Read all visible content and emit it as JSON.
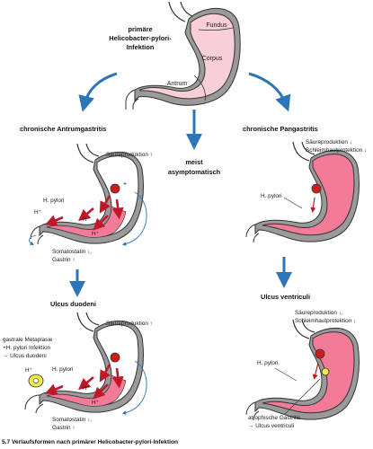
{
  "colors": {
    "stomach_light": "#f8cfd6",
    "stomach_pink": "#f27c97",
    "outline": "#333333",
    "arrow_blue": "#2b75b8",
    "arrow_red": "#c0182a",
    "pathogen_red": "#d11a1a",
    "metaplasia_yellow": "#f4e94a",
    "gray_wall": "#9a9a9a"
  },
  "top": {
    "title_lines": [
      "primäre",
      "Helicobacter-pylori-",
      "Infektion"
    ],
    "fundus": "Fundus",
    "corpus": "Corpus",
    "antrum": "Antrum"
  },
  "middle": {
    "label_lines": [
      "meist",
      "asymptomatisch"
    ]
  },
  "left": {
    "title": "chronische Antrumgastritis",
    "saeure": "Säureproduktion ↑",
    "hpylori": "H. pylori",
    "hplus": "H⁺",
    "plus": "+",
    "somatostatin": "Somatostatin ↓,",
    "gastrin": "Gastrin ↑"
  },
  "left_bottom": {
    "title": "Ulcus duodeni",
    "saeure": "Säureproduktion ↑",
    "metaplasie_lines": [
      "gastrale Metaplasie",
      "+H. pylori Infektion",
      "→ Ulcus duodeni"
    ],
    "hpylori": "H. pylori",
    "hplus": "H⁺",
    "somatostatin": "Somatostatin ↓,",
    "gastrin": "Gastrin ↑"
  },
  "right": {
    "title": "chronische Pangastritis",
    "saeure": "Säureproduktion ↓",
    "schleimhaut": "Schleimhautprotektion ↓",
    "hpylori": "H. pylori"
  },
  "right_bottom": {
    "title": "Ulcus ventriculi",
    "saeure": "Säureproduktion ↓,",
    "schleimhaut": "Schleimhautprotektion ↓",
    "hpylori": "H. pylori",
    "atrophie_lines": [
      "atrophische Gastritis",
      "→ Ulcus ventriculi"
    ]
  },
  "caption": "5.7 Verlaufsformen nach primärer Helicobacter-pylori-Infektion"
}
